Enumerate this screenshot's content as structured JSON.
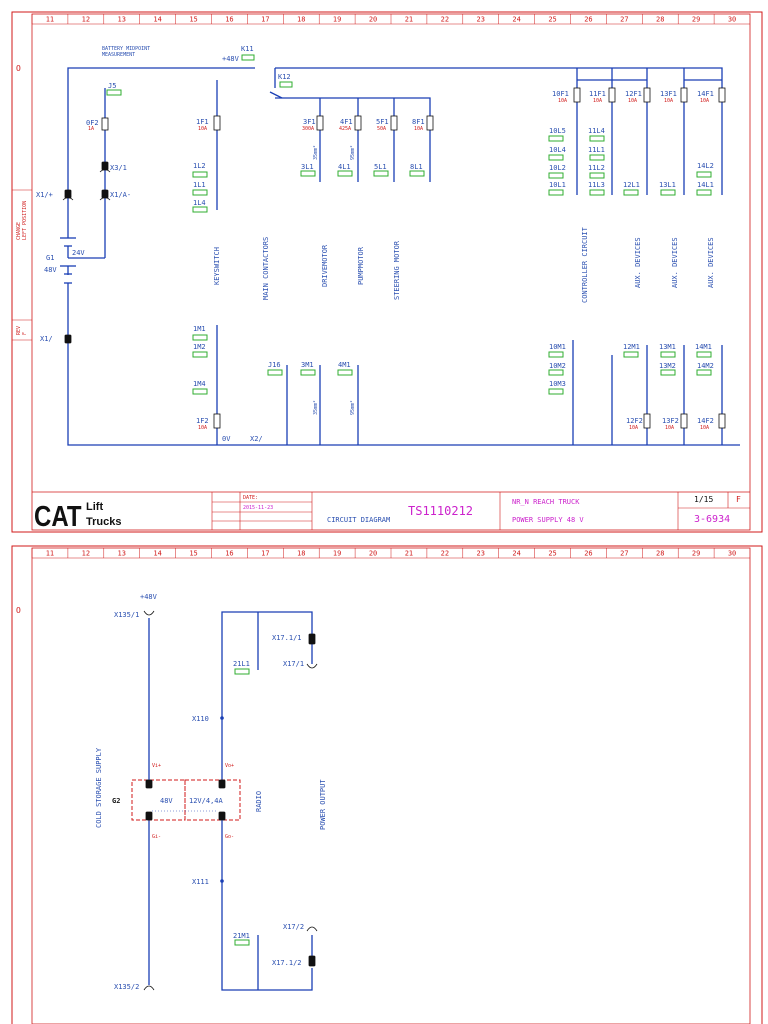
{
  "sheet1": {
    "columns": [
      "11",
      "12",
      "13",
      "14",
      "15",
      "16",
      "17",
      "18",
      "19",
      "20",
      "21",
      "22",
      "23",
      "24",
      "25",
      "26",
      "27",
      "28",
      "29",
      "30"
    ],
    "side_letters": [
      "O"
    ],
    "side_revision": [
      "CHANGE",
      "LEFT POSITION"
    ],
    "side_rev": [
      "REV",
      "F"
    ],
    "top_note_line1": "BATTERY MIDPOINT",
    "top_note_line2": "MEASUREMENT",
    "supply_label": "+48V",
    "labels": {
      "K11": "K11",
      "K12": "K12",
      "J5": "J5",
      "0F2": "0F2",
      "0F2_rating": "1A",
      "X3_1": "X3/1",
      "X1_plus": "X1/+",
      "X1_A": "X1/A-",
      "X1": "X1/",
      "G1": "G1",
      "24V": "24V",
      "48V": "48V",
      "1F1": "1F1",
      "1F1_rating": "10A",
      "3F1": "3F1",
      "3F1_rating": "300A",
      "4F1": "4F1",
      "4F1_rating": "425A",
      "5F1": "5F1",
      "5F1_rating": "50A",
      "8F1": "8F1",
      "8F1_rating": "10A",
      "1L2": "1L2",
      "1L1": "1L1",
      "1L4": "1L4",
      "3L1": "3L1",
      "4L1": "4L1",
      "5L1": "5L1",
      "8L1": "8L1",
      "10F1": "10F1",
      "10F1_rating": "10A",
      "11F1": "11F1",
      "11F1_rating": "10A",
      "12F1": "12F1",
      "12F1_rating": "10A",
      "13F1": "13F1",
      "13F1_rating": "10A",
      "14F1": "14F1",
      "14F1_rating": "10A",
      "10L5": "10L5",
      "10L4": "10L4",
      "10L2": "10L2",
      "10L1": "10L1",
      "11L4": "11L4",
      "11L1": "11L1",
      "11L2": "11L2",
      "11L3": "11L3",
      "12L1": "12L1",
      "13L1": "13L1",
      "14L2": "14L2",
      "14L1": "14L1",
      "1M1": "1M1",
      "1M2": "1M2",
      "1M4": "1M4",
      "1F2": "1F2",
      "1F2_rating": "10A",
      "J16": "J16",
      "3M1": "3M1",
      "4M1": "4M1",
      "0V": "0V",
      "X2": "X2/",
      "10M1": "10M1",
      "10M2": "10M2",
      "10M3": "10M3",
      "12M1": "12M1",
      "13M1": "13M1",
      "13M2": "13M2",
      "14M1": "14M1",
      "14M2": "14M2",
      "12F2": "12F2",
      "12F2_rating": "10A",
      "13F2": "13F2",
      "13F2_rating": "10A",
      "14F2": "14F2",
      "14F2_rating": "10A",
      "wire35": "35mm²",
      "wire95": "95mm²"
    },
    "sections": [
      "KEYSWITCH",
      "MAIN CONTACTORS",
      "DRIVEMOTOR",
      "PUMPMOTOR",
      "STEERING MOTOR",
      "CONTROLLER CIRCUIT",
      "AUX. DEVICES",
      "AUX. DEVICES",
      "AUX. DEVICES"
    ],
    "title_block": {
      "brand": "CAT",
      "brand_sub1": "Lift",
      "brand_sub2": "Trucks",
      "date_label": "DATE:",
      "date_value": "2015-11-23",
      "doc_type": "CIRCUIT DIAGRAM",
      "doc_number": "TS1110212",
      "model": "NR_N REACH TRUCK",
      "subtitle": "POWER SUPPLY 48 V",
      "page": "1/15",
      "rev": "F",
      "part_no": "3-6934"
    }
  },
  "sheet2": {
    "columns": [
      "11",
      "12",
      "13",
      "14",
      "15",
      "16",
      "17",
      "18",
      "19",
      "20",
      "21",
      "22",
      "23",
      "24",
      "25",
      "26",
      "27",
      "28",
      "29",
      "30"
    ],
    "side_letters": [
      "O"
    ],
    "supply_label": "+48V",
    "labels": {
      "X135_1": "X135/1",
      "X135_2": "X135/2",
      "G2": "G2",
      "Vi_plus": "Vi+",
      "Gi_minus": "Gi-",
      "Vo_plus": "Vo+",
      "Go_minus": "Go-",
      "in_48V": "48V",
      "out_12V": "12V/4,4A",
      "X17_1_1": "X17.1/1",
      "X17_1": "X17/1",
      "X17_2": "X17/2",
      "X17_1_2": "X17.1/2",
      "21L1": "21L1",
      "21M1": "21M1",
      "X110": "X110",
      "X111": "X111"
    },
    "sections": [
      "COLD STORAGE SUPPLY",
      "RADIO",
      "POWER OUTPUT"
    ]
  },
  "colors": {
    "frame": "#d01a1a",
    "wire": "#1a3fb5",
    "text_blue": "#2a4fb0",
    "text_red": "#d01a1a",
    "magenta": "#cc22cc",
    "tag_green": "#2fae2f",
    "black": "#111111"
  }
}
